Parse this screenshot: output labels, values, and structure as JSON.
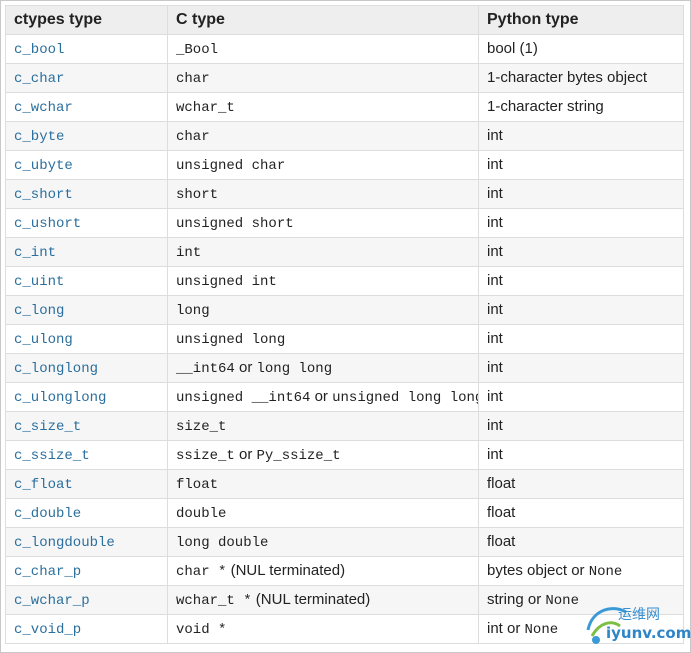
{
  "headers": {
    "ctypes": "ctypes type",
    "c": "C type",
    "python": "Python type"
  },
  "rows": [
    {
      "ctypes": "c_bool",
      "c": [
        {
          "t": "_Bool",
          "m": true
        }
      ],
      "py": [
        {
          "t": "bool (1)",
          "m": false
        }
      ]
    },
    {
      "ctypes": "c_char",
      "c": [
        {
          "t": "char",
          "m": true
        }
      ],
      "py": [
        {
          "t": "1-character bytes object",
          "m": false
        }
      ]
    },
    {
      "ctypes": "c_wchar",
      "c": [
        {
          "t": "wchar_t",
          "m": true
        }
      ],
      "py": [
        {
          "t": "1-character string",
          "m": false
        }
      ]
    },
    {
      "ctypes": "c_byte",
      "c": [
        {
          "t": "char",
          "m": true
        }
      ],
      "py": [
        {
          "t": "int",
          "m": false
        }
      ]
    },
    {
      "ctypes": "c_ubyte",
      "c": [
        {
          "t": "unsigned char",
          "m": true
        }
      ],
      "py": [
        {
          "t": "int",
          "m": false
        }
      ]
    },
    {
      "ctypes": "c_short",
      "c": [
        {
          "t": "short",
          "m": true
        }
      ],
      "py": [
        {
          "t": "int",
          "m": false
        }
      ]
    },
    {
      "ctypes": "c_ushort",
      "c": [
        {
          "t": "unsigned short",
          "m": true
        }
      ],
      "py": [
        {
          "t": "int",
          "m": false
        }
      ]
    },
    {
      "ctypes": "c_int",
      "c": [
        {
          "t": "int",
          "m": true
        }
      ],
      "py": [
        {
          "t": "int",
          "m": false
        }
      ]
    },
    {
      "ctypes": "c_uint",
      "c": [
        {
          "t": "unsigned int",
          "m": true
        }
      ],
      "py": [
        {
          "t": "int",
          "m": false
        }
      ]
    },
    {
      "ctypes": "c_long",
      "c": [
        {
          "t": "long",
          "m": true
        }
      ],
      "py": [
        {
          "t": "int",
          "m": false
        }
      ]
    },
    {
      "ctypes": "c_ulong",
      "c": [
        {
          "t": "unsigned long",
          "m": true
        }
      ],
      "py": [
        {
          "t": "int",
          "m": false
        }
      ]
    },
    {
      "ctypes": "c_longlong",
      "c": [
        {
          "t": "__int64",
          "m": true
        },
        {
          "t": " or ",
          "m": false
        },
        {
          "t": "long long",
          "m": true
        }
      ],
      "py": [
        {
          "t": "int",
          "m": false
        }
      ]
    },
    {
      "ctypes": "c_ulonglong",
      "c": [
        {
          "t": "unsigned __int64",
          "m": true
        },
        {
          "t": " or ",
          "m": false
        },
        {
          "t": "unsigned long long",
          "m": true
        }
      ],
      "py": [
        {
          "t": "int",
          "m": false
        }
      ]
    },
    {
      "ctypes": "c_size_t",
      "c": [
        {
          "t": "size_t",
          "m": true
        }
      ],
      "py": [
        {
          "t": "int",
          "m": false
        }
      ]
    },
    {
      "ctypes": "c_ssize_t",
      "c": [
        {
          "t": "ssize_t",
          "m": true
        },
        {
          "t": " or ",
          "m": false
        },
        {
          "t": "Py_ssize_t",
          "m": true
        }
      ],
      "py": [
        {
          "t": "int",
          "m": false
        }
      ]
    },
    {
      "ctypes": "c_float",
      "c": [
        {
          "t": "float",
          "m": true
        }
      ],
      "py": [
        {
          "t": "float",
          "m": false
        }
      ]
    },
    {
      "ctypes": "c_double",
      "c": [
        {
          "t": "double",
          "m": true
        }
      ],
      "py": [
        {
          "t": "float",
          "m": false
        }
      ]
    },
    {
      "ctypes": "c_longdouble",
      "c": [
        {
          "t": "long double",
          "m": true
        }
      ],
      "py": [
        {
          "t": "float",
          "m": false
        }
      ]
    },
    {
      "ctypes": "c_char_p",
      "c": [
        {
          "t": "char *",
          "m": true
        },
        {
          "t": " (NUL terminated)",
          "m": false
        }
      ],
      "py": [
        {
          "t": "bytes object or ",
          "m": false
        },
        {
          "t": "None",
          "m": true
        }
      ]
    },
    {
      "ctypes": "c_wchar_p",
      "c": [
        {
          "t": "wchar_t *",
          "m": true
        },
        {
          "t": " (NUL terminated)",
          "m": false
        }
      ],
      "py": [
        {
          "t": "string or ",
          "m": false
        },
        {
          "t": "None",
          "m": true
        }
      ]
    },
    {
      "ctypes": "c_void_p",
      "c": [
        {
          "t": "void *",
          "m": true
        }
      ],
      "py": [
        {
          "t": "int or ",
          "m": false
        },
        {
          "t": "None",
          "m": true
        }
      ]
    }
  ],
  "watermark": {
    "line1": "运维网",
    "line2": "iyunv.com"
  },
  "colors": {
    "link": "#2a6f9e",
    "header_bg": "#eeeeee",
    "row_alt_bg": "#f6f6f6",
    "border": "#dddddd"
  }
}
